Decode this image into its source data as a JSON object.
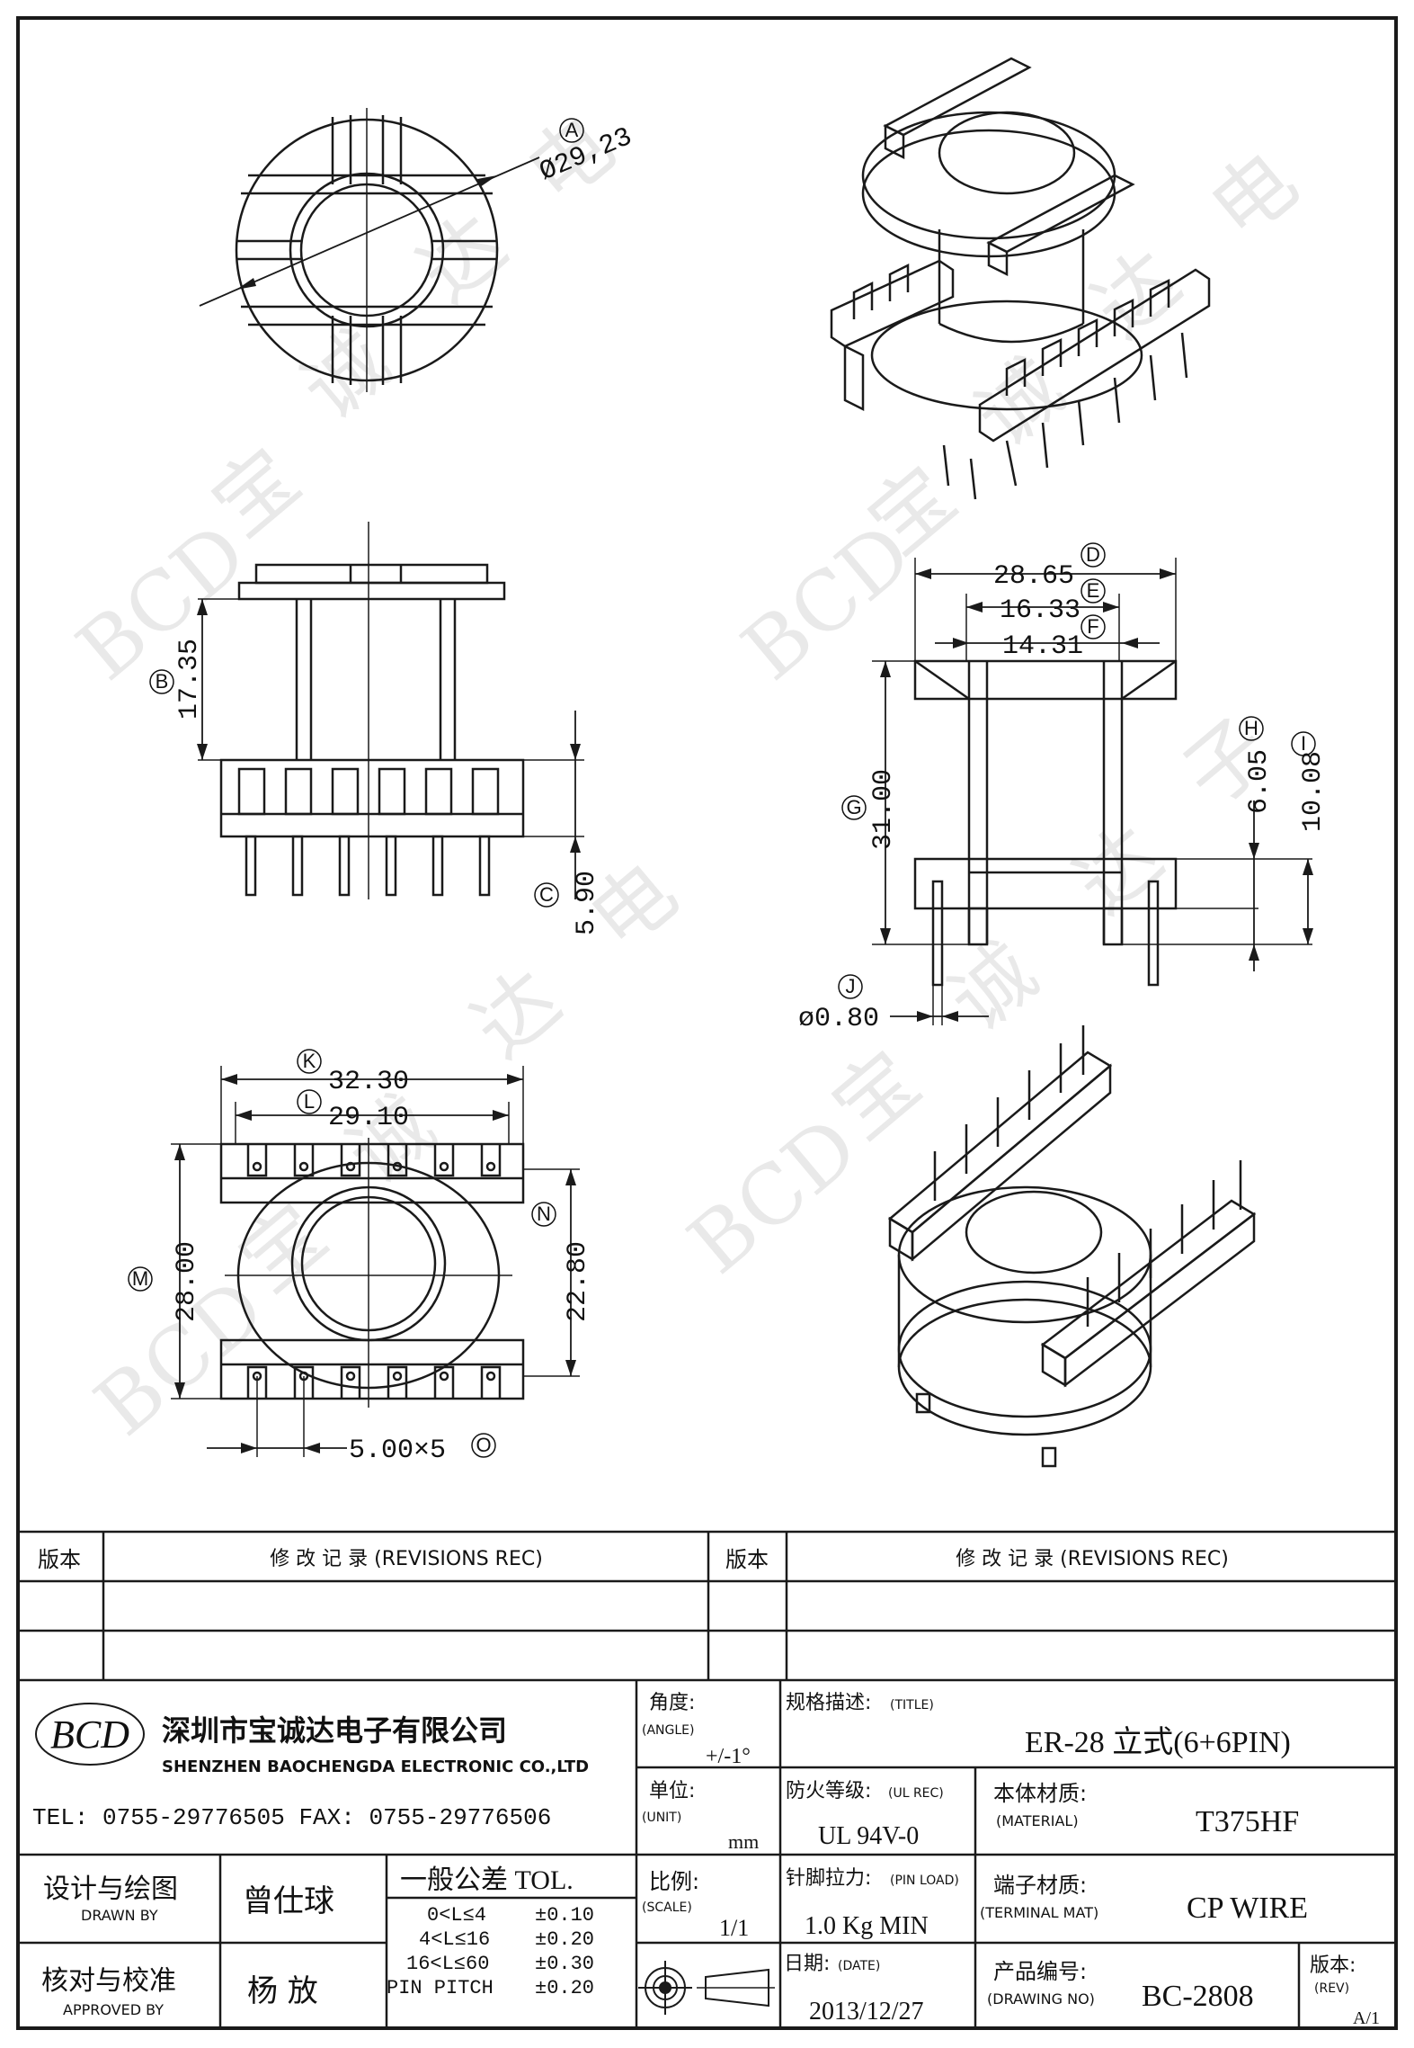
{
  "dimensions": {
    "A": {
      "letter": "A",
      "value": "Ø29,23"
    },
    "B": {
      "letter": "B",
      "value": "17.35"
    },
    "C": {
      "letter": "C",
      "value": "5.90"
    },
    "D": {
      "letter": "D",
      "value": "28.65"
    },
    "E": {
      "letter": "E",
      "value": "16.33"
    },
    "F": {
      "letter": "F",
      "value": "14.31"
    },
    "G": {
      "letter": "G",
      "value": "31.00"
    },
    "H": {
      "letter": "H",
      "value": "6.05"
    },
    "I": {
      "letter": "I",
      "value": "10.08"
    },
    "J": {
      "letter": "J",
      "value": "ø0.80"
    },
    "K": {
      "letter": "K",
      "value": "32.30"
    },
    "L": {
      "letter": "L",
      "value": "29.10"
    },
    "M": {
      "letter": "M",
      "value": "28.00"
    },
    "N": {
      "letter": "N",
      "value": "22.80"
    },
    "O": {
      "letter": "O",
      "value": "5.00×5"
    }
  },
  "watermark": [
    "BCD",
    "宝",
    "诚",
    "达",
    "电",
    "子"
  ],
  "revisions": {
    "col1_header": "版本",
    "col2_header": "修 改 记 录 (REVISIONS REC)",
    "col3_header": "版本",
    "col4_header": "修 改 记 录 (REVISIONS REC)"
  },
  "company": {
    "logo": "BCD",
    "name_cn": "深圳市宝诚达电子有限公司",
    "name_en": "SHENZHEN BAOCHENGDA ELECTRONIC CO.,LTD",
    "contact": "TEL: 0755-29776505  FAX: 0755-29776506"
  },
  "titleblock": {
    "angle_label": "角度:",
    "angle_label_en": "(ANGLE)",
    "angle_value": "+/-1°",
    "title_label": "规格描述:",
    "title_label_en": "(TITLE)",
    "title_value": "ER-28 立式(6+6PIN)",
    "unit_label": "单位:",
    "unit_label_en": "(UNIT)",
    "unit_value": "mm",
    "ul_label": "防火等级:",
    "ul_label_en": "(UL REC)",
    "ul_value": "UL 94V-0",
    "material_label": "本体材质:",
    "material_label_en": "(MATERIAL)",
    "material_value": "T375HF",
    "drawn_label": "设计与绘图",
    "drawn_label_en": "DRAWN BY",
    "drawn_value": "曾仕球",
    "tol_label": "一般公差 TOL.",
    "tol_rows": [
      {
        "range": "0<L≤4",
        "tol": "±0.10"
      },
      {
        "range": "4<L≤16",
        "tol": "±0.20"
      },
      {
        "range": "16<L≤60",
        "tol": "±0.30"
      },
      {
        "range": "PIN PITCH",
        "tol": "±0.20"
      }
    ],
    "scale_label": "比例:",
    "scale_label_en": "(SCALE)",
    "scale_value": "1/1",
    "pin_label": "针脚拉力:",
    "pin_label_en": "(PIN LOAD)",
    "pin_value": "1.0 Kg MIN",
    "terminal_label": "端子材质:",
    "terminal_label_en": "(TERMINAL MAT)",
    "terminal_value": "CP WIRE",
    "approved_label": "核对与校准",
    "approved_label_en": "APPROVED BY",
    "approved_value": "杨 放",
    "date_label": "日期:",
    "date_label_en": "(DATE)",
    "date_value": "2013/12/27",
    "drawing_label": "产品编号:",
    "drawing_label_en": "(DRAWING NO)",
    "drawing_value": "BC-2808",
    "rev_label": "版本:",
    "rev_label_en": "(REV)",
    "rev_value": "A/1"
  }
}
